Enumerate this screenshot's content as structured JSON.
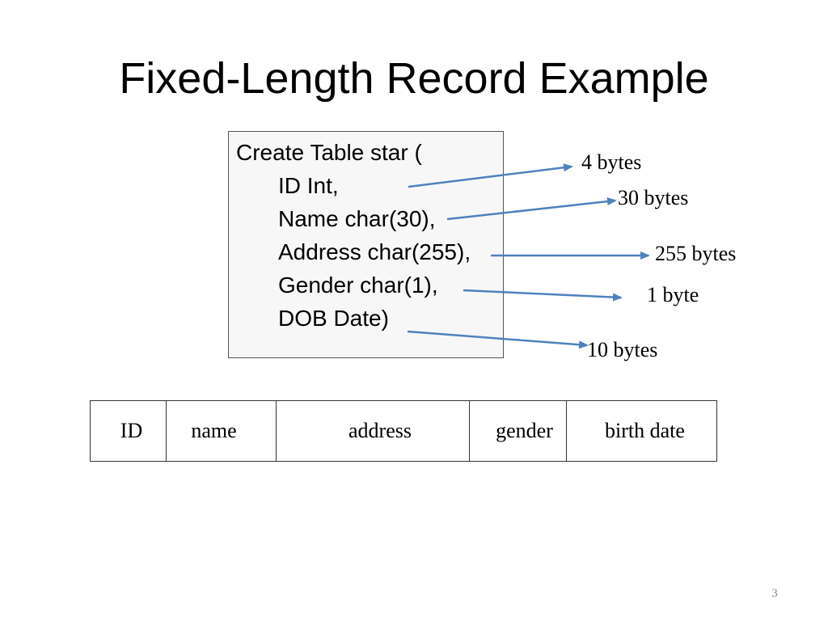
{
  "slide": {
    "title": "Fixed-Length Record Example",
    "page_number": "3"
  },
  "code_box": {
    "lines": [
      "Create Table star (",
      "ID Int,",
      "Name char(30),",
      "Address char(255),",
      "Gender char(1),",
      "DOB Date)"
    ]
  },
  "field_sizes": [
    "4 bytes",
    "30 bytes",
    "255 bytes",
    "1 byte",
    "10 bytes"
  ],
  "record": {
    "fields": [
      "ID",
      "name",
      "address",
      "gender",
      "birth date"
    ]
  },
  "colors": {
    "arrow": "#4f81bd",
    "code_box_background": "#f7f7f7"
  }
}
